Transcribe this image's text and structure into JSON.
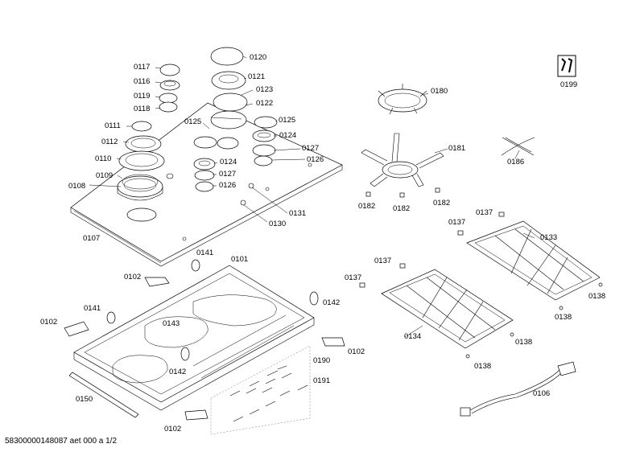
{
  "labels": [
    {
      "id": "0117",
      "text": "0117"
    },
    {
      "id": "0116",
      "text": "0116"
    },
    {
      "id": "0119",
      "text": "0119"
    },
    {
      "id": "0118",
      "text": "0118"
    },
    {
      "id": "0111",
      "text": "0111"
    },
    {
      "id": "0112",
      "text": "0112"
    },
    {
      "id": "0110",
      "text": "0110"
    },
    {
      "id": "0109",
      "text": "0109"
    },
    {
      "id": "0108",
      "text": "0108"
    },
    {
      "id": "0107",
      "text": "0107"
    },
    {
      "id": "0120",
      "text": "0120"
    },
    {
      "id": "0121",
      "text": "0121"
    },
    {
      "id": "0123",
      "text": "0123"
    },
    {
      "id": "0122",
      "text": "0122"
    },
    {
      "id": "0125a",
      "text": "0125"
    },
    {
      "id": "0125b",
      "text": "0125"
    },
    {
      "id": "0124a",
      "text": "0124"
    },
    {
      "id": "0124b",
      "text": "0124"
    },
    {
      "id": "0127a",
      "text": "0127"
    },
    {
      "id": "0127b",
      "text": "0127"
    },
    {
      "id": "0126a",
      "text": "0126"
    },
    {
      "id": "0126b",
      "text": "0126"
    },
    {
      "id": "0131",
      "text": "0131"
    },
    {
      "id": "0130",
      "text": "0130"
    },
    {
      "id": "0180",
      "text": "0180"
    },
    {
      "id": "0181",
      "text": "0181"
    },
    {
      "id": "0182a",
      "text": "0182"
    },
    {
      "id": "0182b",
      "text": "0182"
    },
    {
      "id": "0182c",
      "text": "0182"
    },
    {
      "id": "0186",
      "text": "0186"
    },
    {
      "id": "0199",
      "text": "0199"
    },
    {
      "id": "0137a",
      "text": "0137"
    },
    {
      "id": "0137b",
      "text": "0137"
    },
    {
      "id": "0137c",
      "text": "0137"
    },
    {
      "id": "0137d",
      "text": "0137"
    },
    {
      "id": "0133",
      "text": "0133"
    },
    {
      "id": "0134",
      "text": "0134"
    },
    {
      "id": "0138a",
      "text": "0138"
    },
    {
      "id": "0138b",
      "text": "0138"
    },
    {
      "id": "0138c",
      "text": "0138"
    },
    {
      "id": "0138d",
      "text": "0138"
    },
    {
      "id": "0141a",
      "text": "0141"
    },
    {
      "id": "0141b",
      "text": "0141"
    },
    {
      "id": "0101",
      "text": "0101"
    },
    {
      "id": "0102a",
      "text": "0102"
    },
    {
      "id": "0102b",
      "text": "0102"
    },
    {
      "id": "0102c",
      "text": "0102"
    },
    {
      "id": "0102d",
      "text": "0102"
    },
    {
      "id": "0142a",
      "text": "0142"
    },
    {
      "id": "0142b",
      "text": "0142"
    },
    {
      "id": "0143",
      "text": "0143"
    },
    {
      "id": "0190",
      "text": "0190"
    },
    {
      "id": "0191",
      "text": "0191"
    },
    {
      "id": "0150",
      "text": "0150"
    },
    {
      "id": "0106",
      "text": "0106"
    }
  ],
  "footer": "58300000148087 aet 000 a 1/2",
  "icons": [
    "tools-icon"
  ]
}
